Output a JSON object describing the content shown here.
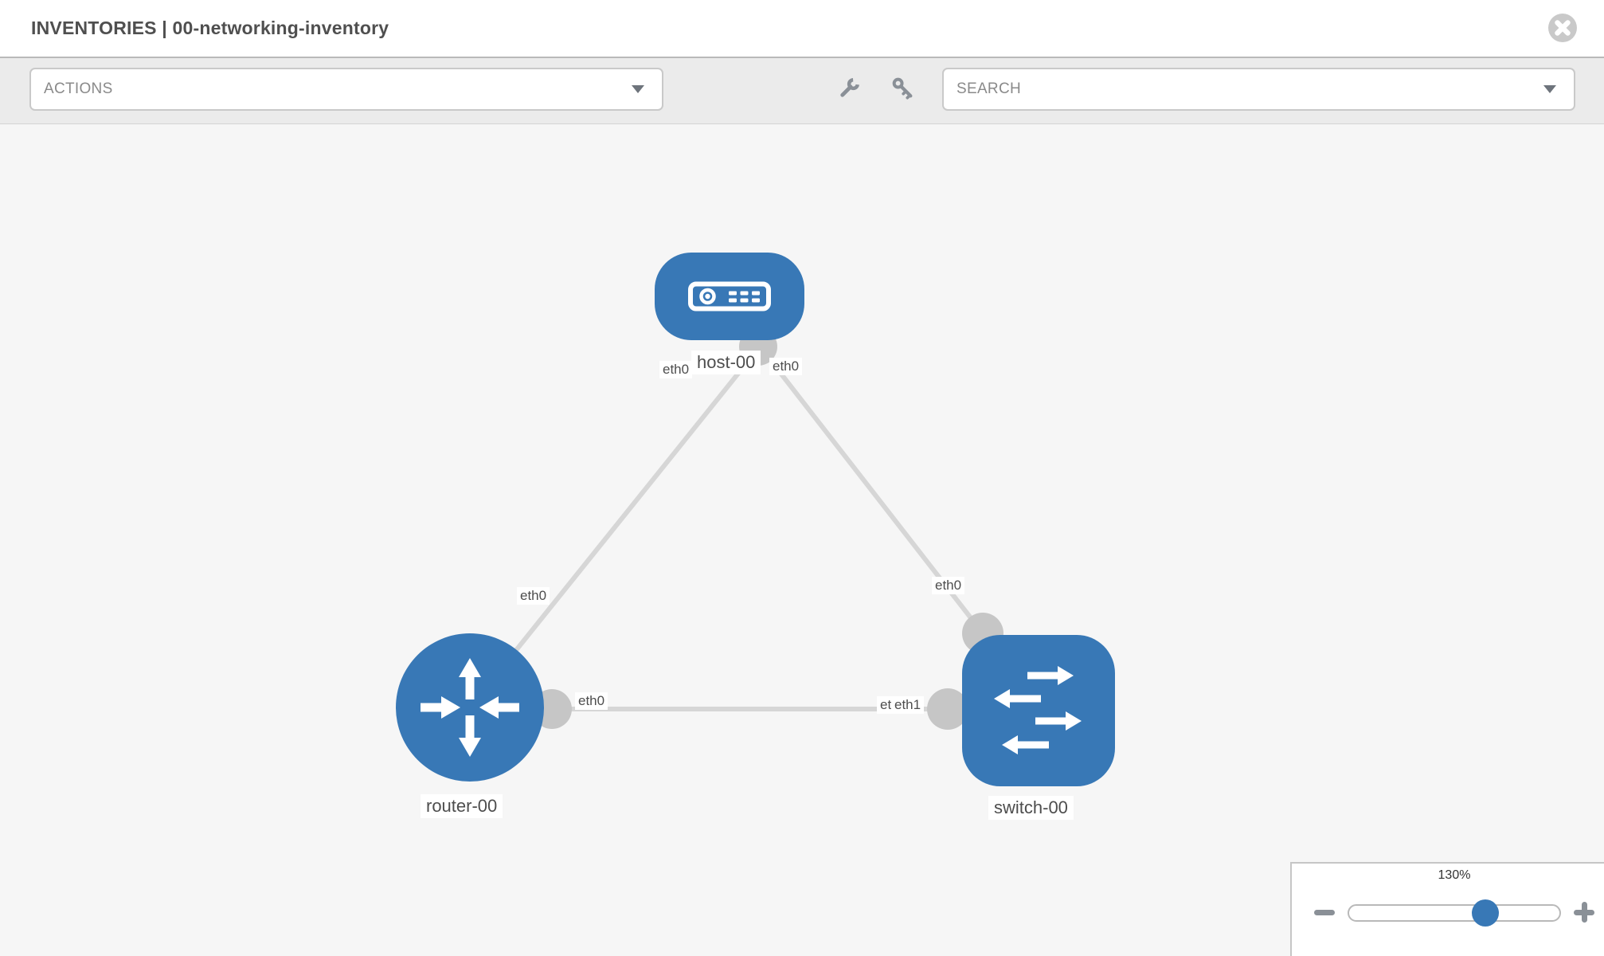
{
  "header": {
    "title": "INVENTORIES | 00-networking-inventory",
    "close_icon": "x-circle-icon"
  },
  "toolbar": {
    "actions": {
      "label": "ACTIONS",
      "caret_icon": "caret-down-icon"
    },
    "wrench_icon": "wrench-icon",
    "key_icon": "key-icon",
    "search": {
      "label": "SEARCH",
      "caret_icon": "caret-down-icon"
    }
  },
  "topology": {
    "nodes": [
      {
        "id": "host-00",
        "type": "host",
        "label": "host-00",
        "icon": "host-icon"
      },
      {
        "id": "router-00",
        "type": "router",
        "label": "router-00",
        "icon": "router-icon"
      },
      {
        "id": "switch-00",
        "type": "switch",
        "label": "switch-00",
        "icon": "switch-icon"
      }
    ],
    "links": [
      {
        "from": "router-00",
        "to": "host-00",
        "from_interface": "eth0",
        "to_interface": "eth0"
      },
      {
        "from": "switch-00",
        "to": "host-00",
        "from_interface": "eth0",
        "to_interface": "eth0"
      },
      {
        "from": "router-00",
        "to": "switch-00",
        "from_interface": "eth0",
        "to_interface": "eth1"
      }
    ],
    "interface_labels": [
      {
        "node": "host-00",
        "text": "eth0"
      },
      {
        "node": "host-00",
        "text": "eth0"
      },
      {
        "node": "router-00",
        "text": "eth0"
      },
      {
        "node": "switch-00",
        "text": "eth0"
      },
      {
        "node": "router-00",
        "text": "eth0"
      },
      {
        "node": "switch-00",
        "text": "eth0"
      },
      {
        "node": "switch-00",
        "text": "eth1"
      }
    ]
  },
  "zoom_control": {
    "level": "130%",
    "zoom_out_icon": "minus-icon",
    "zoom_in_icon": "plus-icon"
  },
  "colors": {
    "node_blue": "#3878B6",
    "link_gray": "#D6D6D6",
    "connector_gray": "#C6C6C6",
    "icon_gray": "#8A9097",
    "slider_thumb_blue": "#3878B6"
  }
}
